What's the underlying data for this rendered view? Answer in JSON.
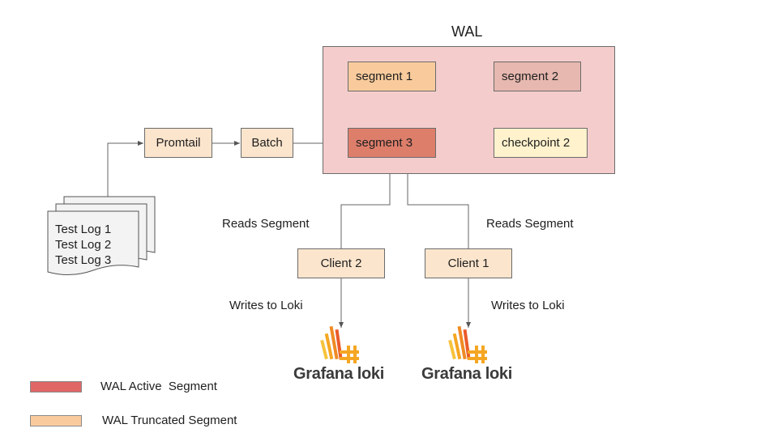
{
  "wal": {
    "title": "WAL",
    "segments": [
      {
        "label": "segment 1",
        "color": "#f9cb9c"
      },
      {
        "label": "segment 2",
        "color": "#e6b8af"
      },
      {
        "label": "segment 3",
        "color": "#dd7e6b"
      },
      {
        "label": "checkpoint 2",
        "color": "#fff2cc"
      }
    ],
    "background": "#f4cccc"
  },
  "pipeline": {
    "promtail": "Promtail",
    "batch": "Batch"
  },
  "logs": [
    "Test Log 1",
    "Test Log 2",
    "Test Log 3"
  ],
  "clients": {
    "client2": "Client 2",
    "client1": "Client 1",
    "reads_left": "Reads Segment",
    "reads_right": "Reads Segment",
    "writes_left": "Writes to Loki",
    "writes_right": "Writes to Loki"
  },
  "loki_logo_text": "Grafana loki",
  "legend": [
    {
      "label": "WAL Active  Segment",
      "color": "#e06666"
    },
    {
      "label": "WAL Truncated Segment",
      "color": "#f9cb9c"
    }
  ]
}
